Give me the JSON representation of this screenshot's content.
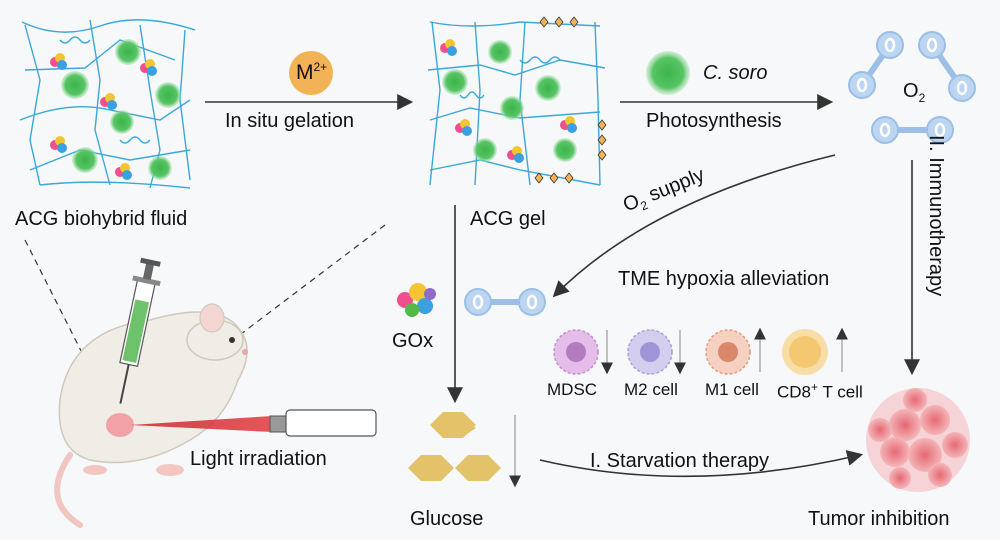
{
  "labels": {
    "acg_fluid": "ACG biohybrid fluid",
    "m2plus_base": "M",
    "m2plus_sup": "2+",
    "in_situ": "In situ gelation",
    "acg_gel": "ACG gel",
    "c_soro": "C. soro",
    "photosynthesis": "Photosynthesis",
    "o2_base": "O",
    "o2_sub": "2",
    "immunotherapy": "II. Immunotherapy",
    "o2_supply_base": "O",
    "o2_supply_sub": "2",
    "o2_supply_rest": " supply",
    "tme_hypoxia": "TME hypoxia alleviation",
    "gox": "GOx",
    "mdsc": "MDSC",
    "m2_cell": "M2 cell",
    "m1_cell": "M1 cell",
    "cd8_base": "CD8",
    "cd8_sup": "+",
    "cd8_rest": " T cell",
    "light_irradiation": "Light irradiation",
    "starvation": "I. Starvation therapy",
    "glucose": "Glucose",
    "tumor_inhibition": "Tumor inhibition"
  },
  "colors": {
    "network": "#3aa8d8",
    "green_cell": "#3cb54a",
    "metal_ion": "#f2b356",
    "o2_blue": "#a9c9ec",
    "glucose": "#e4c26a",
    "tumor": "#ef8f95",
    "laser": "#d92027",
    "mdsc": "#d9a8e0",
    "m2": "#c9c4ea",
    "m1": "#f4c6b2",
    "cd8": "#f6d592"
  },
  "icons": [
    "gox-enzyme-icon",
    "syringe-icon",
    "mouse-icon",
    "laser-pointer-icon",
    "o2-molecule-icon"
  ]
}
